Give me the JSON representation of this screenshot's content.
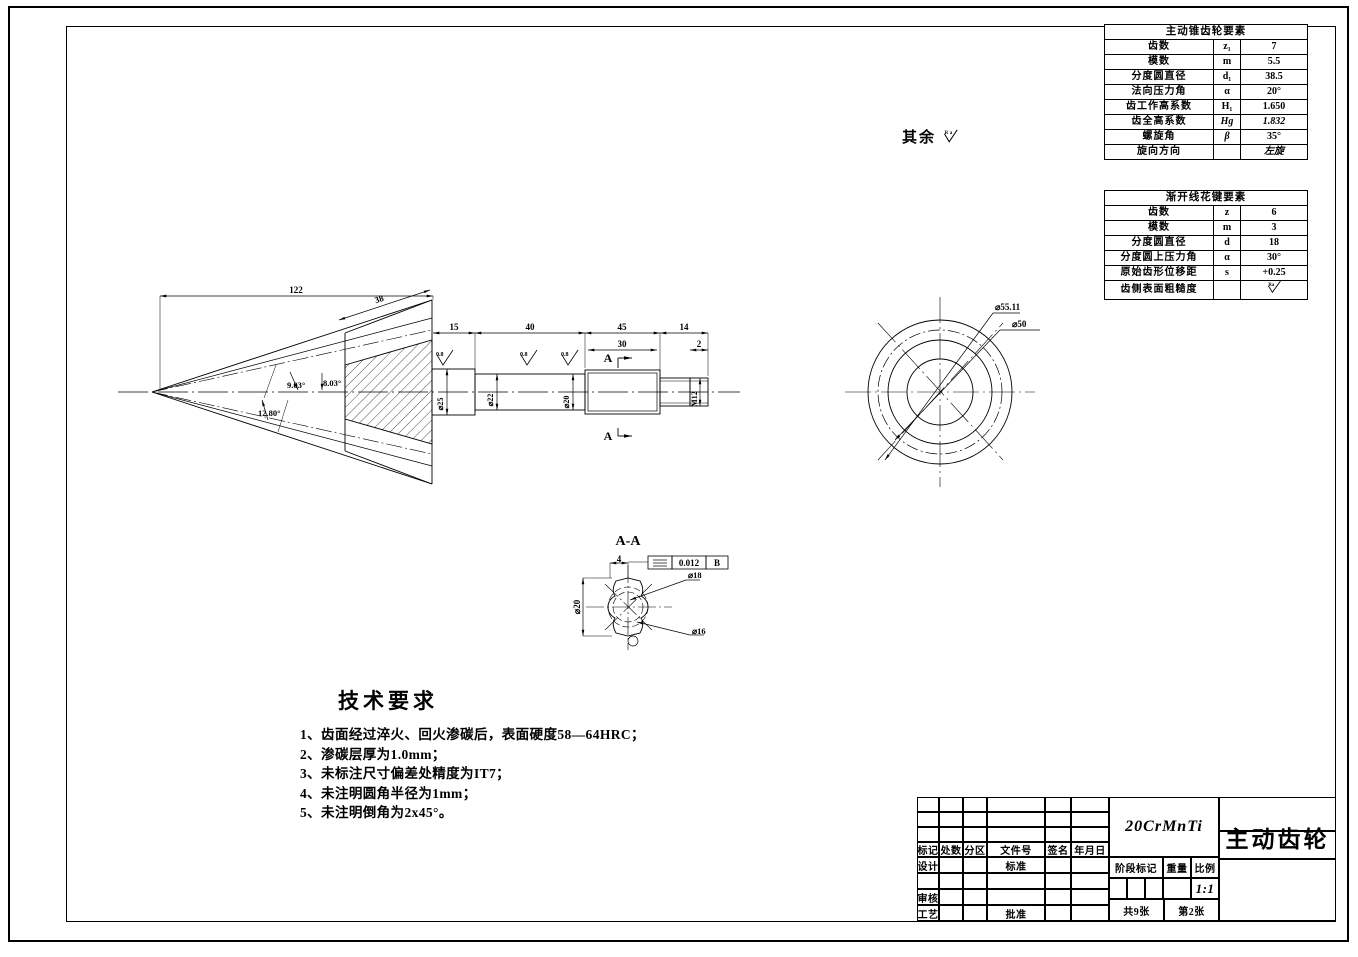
{
  "drawing": {
    "surface_note": "其余",
    "surface_symbol": "Ra",
    "part_views": {
      "main_label": "",
      "section_label": "A-A",
      "section_arrow_top": "A",
      "section_arrow_bottom": "A"
    }
  },
  "tables": {
    "bevel_gear": {
      "title": "主动锥齿轮要素",
      "rows": [
        {
          "name": "齿数",
          "sym": "z₁",
          "val": "7"
        },
        {
          "name": "模数",
          "sym": "m",
          "val": "5.5"
        },
        {
          "name": "分度圆直径",
          "sym": "d₁",
          "val": "38.5"
        },
        {
          "name": "法向压力角",
          "sym": "α",
          "val": "20°"
        },
        {
          "name": "齿工作高系数",
          "sym": "H₁",
          "val": "1.650"
        },
        {
          "name": "齿全高系数",
          "sym": "Hg",
          "val": "1.832"
        },
        {
          "name": "螺旋角",
          "sym": "β",
          "val": "35°"
        },
        {
          "name": "旋向方向",
          "sym": "",
          "val": "左旋"
        }
      ]
    },
    "spline": {
      "title": "渐开线花键要素",
      "rows": [
        {
          "name": "齿数",
          "sym": "z",
          "val": "6"
        },
        {
          "name": "模数",
          "sym": "m",
          "val": "3"
        },
        {
          "name": "分度圆直径",
          "sym": "d",
          "val": "18"
        },
        {
          "name": "分度圆上压力角",
          "sym": "α",
          "val": "30°"
        },
        {
          "name": "原始齿形位移距",
          "sym": "s",
          "val": "+0.25"
        },
        {
          "name": "齿侧表面粗糙度",
          "sym": "",
          "val": "Ra"
        }
      ]
    }
  },
  "tech_requirements": {
    "heading": "技术要求",
    "items": [
      "1、齿面经过淬火、回火渗碳后，表面硬度58—64HRC；",
      "2、渗碳层厚为1.0mm；",
      "3、未标注尺寸偏差处精度为IT7；",
      "4、未注明圆角半径为1mm；",
      "5、未注明倒角为2x45°。"
    ]
  },
  "dimensions": {
    "overall_length": "122",
    "cone_length": "38",
    "seg_15": "15",
    "seg_40": "40",
    "seg_45": "45",
    "seg_14": "14",
    "seg_30": "30",
    "seg_2": "2",
    "angle_a": "9.03°",
    "angle_b": "8.03°",
    "angle_c": "12.80°",
    "dia_25": "⌀25",
    "dia_22": "⌀22",
    "dia_20": "⌀20",
    "thread": "M12",
    "ra_08": "0.8",
    "circle_dia_5511": "⌀55.11",
    "circle_dia_50": "⌀50",
    "sec_dia_20": "⌀20",
    "sec_dia_18": "⌀18",
    "sec_dia_16": "⌀16",
    "sec_width_4": "4",
    "flatness_value": "0.012",
    "datum_letter": "B"
  },
  "title_block": {
    "headers": [
      "标记",
      "处数",
      "分区",
      "文件号",
      "签名",
      "年月日"
    ],
    "roles": {
      "design": "设计",
      "standard": "标准",
      "review": "审核",
      "process": "工艺",
      "approve": "批准"
    },
    "stage_mark": "阶段标记",
    "weight": "重量",
    "scale_label": "比例",
    "scale_value": "1:1",
    "sheets_total": "共9张",
    "sheet_no": "第2张",
    "material": "20CrMnTi",
    "part_name": "主动齿轮"
  },
  "colors": {
    "line": "#000000",
    "background": "#ffffff",
    "page_backdrop": "#c8c8c8"
  }
}
